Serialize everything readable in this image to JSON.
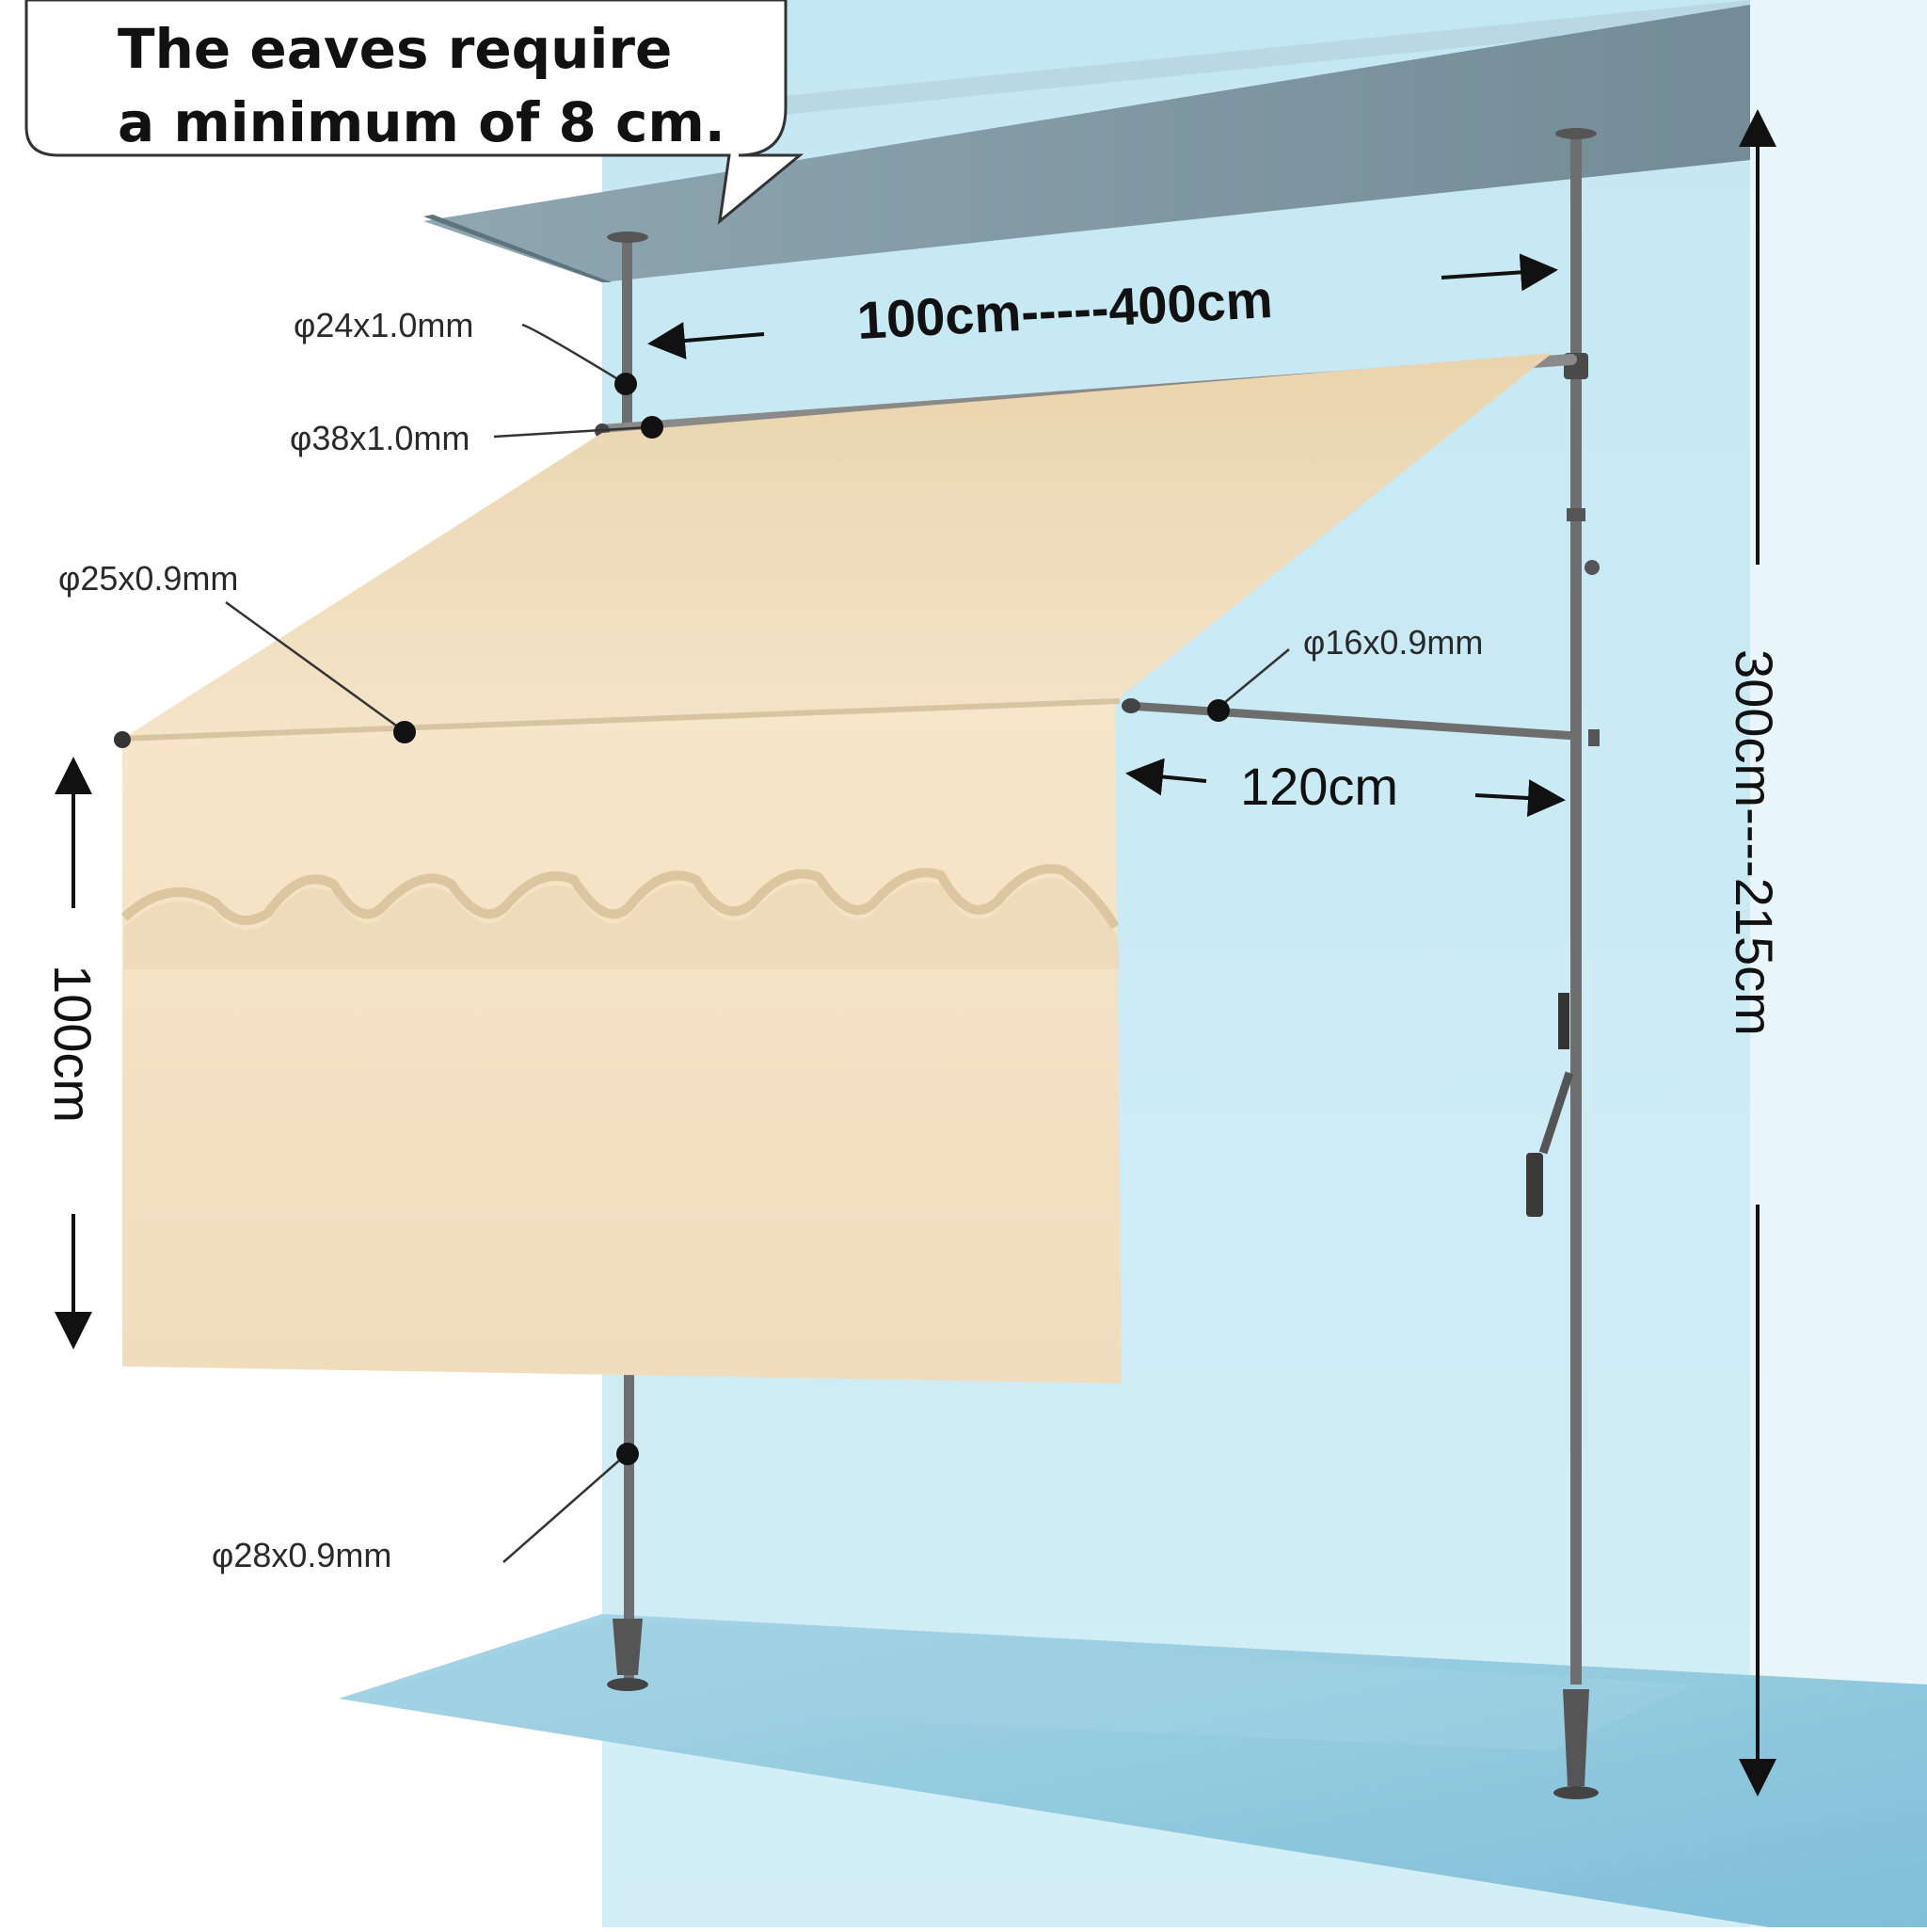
{
  "callout": {
    "line1": "The eaves require",
    "line2": "a minimum of 8 cm."
  },
  "labels": {
    "top_pole_tube": "φ24x1.0mm",
    "roller_tube": "φ38x1.0mm",
    "front_bar": "φ25x0.9mm",
    "arm_tube": "φ16x0.9mm",
    "bottom_pole_tube": "φ28x0.9mm"
  },
  "dimensions": {
    "width": "100cm-----400cm",
    "projection": "120cm",
    "valance_drop": "100cm",
    "height": "300cm----215cm"
  },
  "colors": {
    "fabric": "#f1dfc0",
    "wall": "#c9ebf5",
    "ceiling": "#7f98a3",
    "floor": "#8fc8dd",
    "pole": "#6e6e6e"
  }
}
